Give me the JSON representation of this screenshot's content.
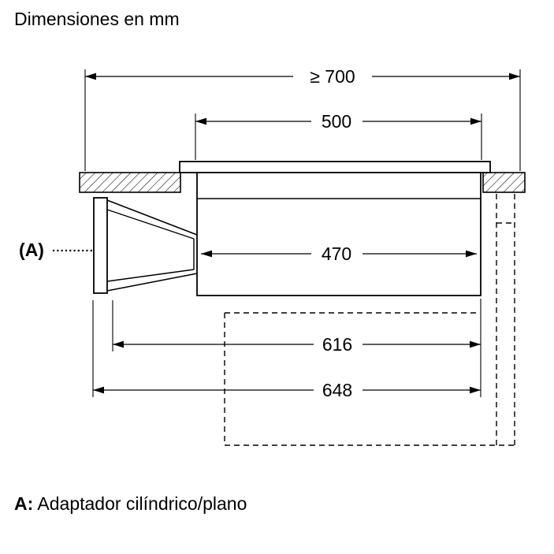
{
  "title": "Dimensiones en mm",
  "marker_a": "(A)",
  "dims": {
    "total_width": "≥ 700",
    "glass_width": "500",
    "body_width": "470",
    "depth_616": "616",
    "depth_648": "648"
  },
  "footnote": {
    "key": "A:",
    "text": "Adaptador cilíndrico/plano"
  },
  "colors": {
    "line": "#000000",
    "background": "#ffffff"
  }
}
